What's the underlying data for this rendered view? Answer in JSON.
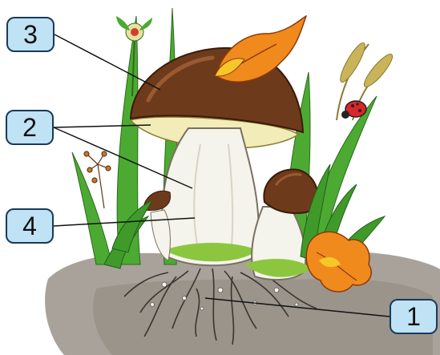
{
  "labels": [
    {
      "id": "3",
      "text": "3",
      "part": "cap"
    },
    {
      "id": "2",
      "text": "2",
      "part": "gills-and-stem"
    },
    {
      "id": "4",
      "text": "4",
      "part": "stem"
    },
    {
      "id": "1",
      "text": "1",
      "part": "mycelium"
    }
  ],
  "colors": {
    "cap": "#6e3a1c",
    "cap_highlight": "#9a5a30",
    "gills": "#f2ecb8",
    "stem": "#f4f3ec",
    "grass": "#3f9a2a",
    "soil": "#a8a29a",
    "label_fill": "#bfe2f4",
    "label_border": "#1a3a5a",
    "leaf_orange": "#f08a1c",
    "leaf_yellow": "#f7c72a",
    "ladybug": "#d8262a"
  }
}
